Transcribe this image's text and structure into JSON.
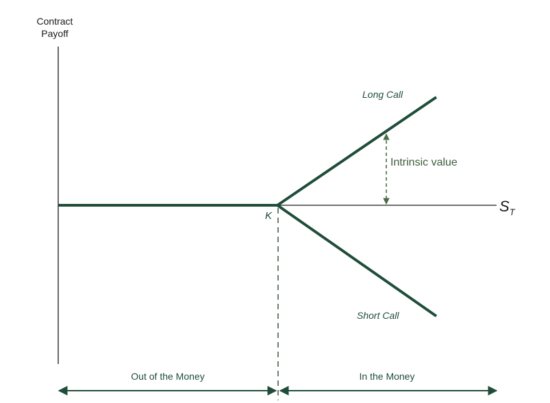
{
  "y_axis_label_line1": "Contract",
  "y_axis_label_line2": "Payoff",
  "x_axis_label_main": "S",
  "x_axis_label_sub": "T",
  "strike_label": "K",
  "long_call_label": "Long Call",
  "short_call_label": "Short Call",
  "intrinsic_label": "Intrinsic value",
  "region_left_label": "Out of the Money",
  "region_right_label": "In the Money",
  "colors": {
    "line": "#1f4d3a",
    "axis": "#1a1a1a",
    "dashed": "#6b7f6e",
    "intrinsic": "#4a6b46"
  }
}
